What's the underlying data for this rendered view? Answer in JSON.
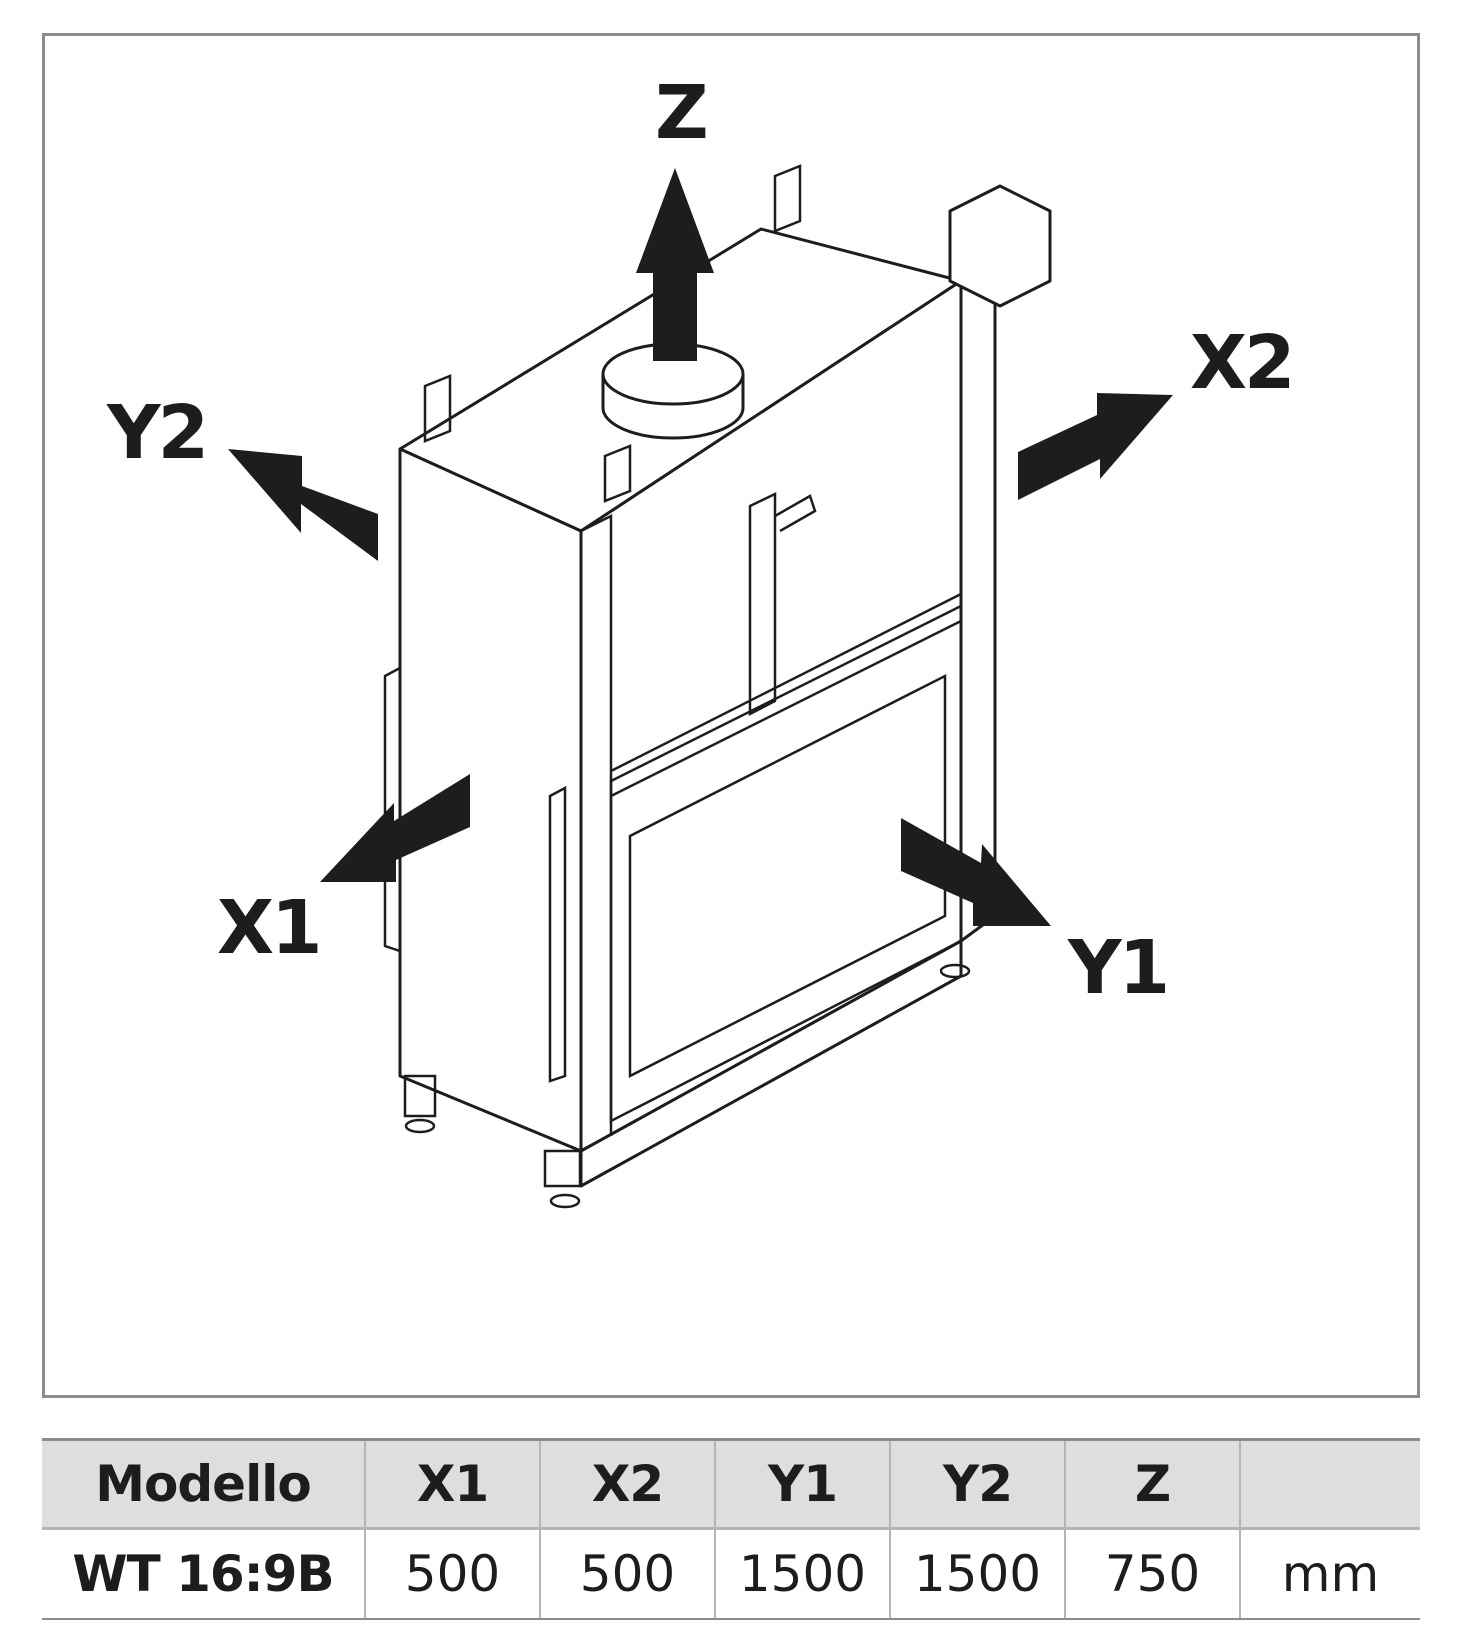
{
  "diagram": {
    "labels": {
      "z": "Z",
      "x1": "X1",
      "x2": "X2",
      "y1": "Y1",
      "y2": "Y2"
    }
  },
  "table": {
    "headers": [
      "Modello",
      "X1",
      "X2",
      "Y1",
      "Y2",
      "Z",
      ""
    ],
    "row": {
      "model": "WT 16:9B",
      "x1": "500",
      "x2": "500",
      "y1": "1500",
      "y2": "1500",
      "z": "750",
      "unit": "mm"
    }
  },
  "colors": {
    "frame": "#8c8c8c",
    "header_bg": "#dedede",
    "ink": "#1d1d1b"
  }
}
